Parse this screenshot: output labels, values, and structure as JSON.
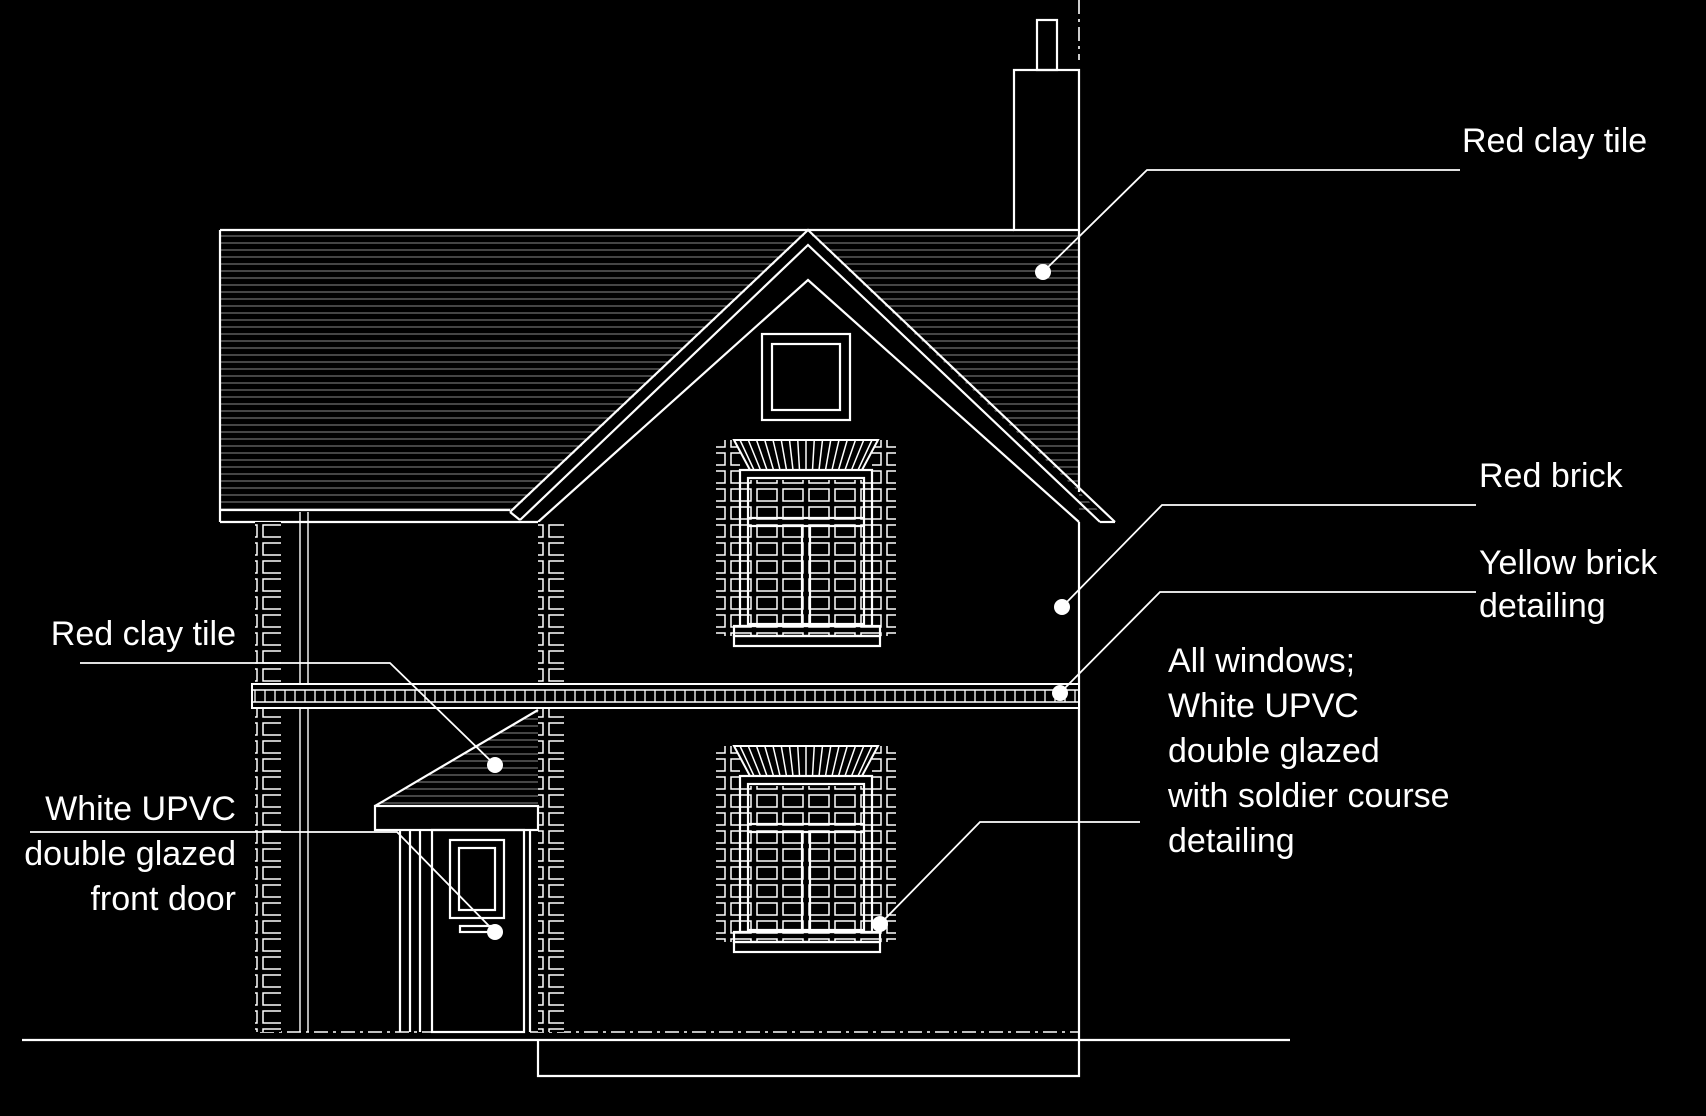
{
  "annotations": [
    {
      "id": "roof",
      "lines": [
        "Red clay tile"
      ]
    },
    {
      "id": "wall",
      "lines": [
        "Red brick"
      ]
    },
    {
      "id": "band",
      "lines": [
        "Yellow brick",
        "detailing"
      ]
    },
    {
      "id": "windows",
      "lines": [
        "All windows;",
        "White UPVC",
        "double glazed",
        "with soldier course",
        "detailing"
      ]
    },
    {
      "id": "porch-roof",
      "lines": [
        "Red clay tile"
      ]
    },
    {
      "id": "door",
      "lines": [
        "White UPVC",
        "double glazed",
        "front door"
      ]
    }
  ],
  "colors": {
    "background": "#000000",
    "linework": "#ffffff",
    "roof_hatch": "#8a8a8a"
  }
}
